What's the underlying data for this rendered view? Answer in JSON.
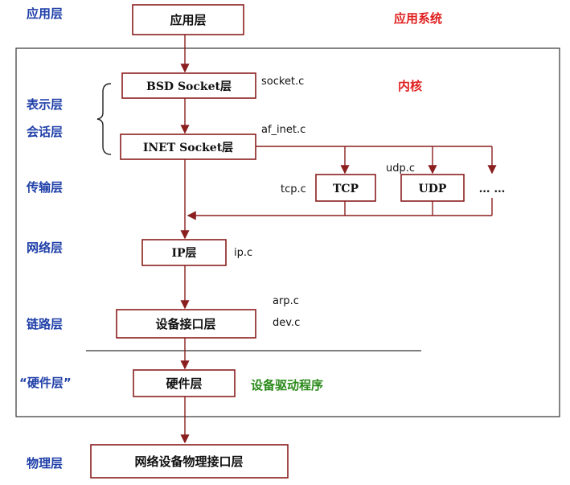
{
  "left_labels": {
    "application": "应用层",
    "presentation": "表示层",
    "session": "会话层",
    "transport": "传输层",
    "network": "网络层",
    "link": "链路层",
    "hardware": "“硬件层”",
    "physical": "物理层"
  },
  "region_labels": {
    "app_system": "应用系统",
    "kernel": "内核",
    "device_driver": "设备驱动程序"
  },
  "boxes": {
    "app": "应用层",
    "bsd_socket": "BSD Socket层",
    "inet_socket": "INET Socket层",
    "tcp": "TCP",
    "udp": "UDP",
    "more": "… …",
    "ip": "IP层",
    "device_interface": "设备接口层",
    "hardware": "硬件层",
    "physical_interface": "网络设备物理接口层"
  },
  "files": {
    "socket": "socket.c",
    "af_inet": "af_inet.c",
    "udp": "udp.c",
    "tcp": "tcp.c",
    "ip": "ip.c",
    "arp": "arp.c",
    "dev": "dev.c"
  },
  "colors": {
    "box_border": "#8b1e1e",
    "left_label": "#1f3fa8",
    "region_red": "#e02020",
    "driver_green": "#2a8a1a"
  }
}
